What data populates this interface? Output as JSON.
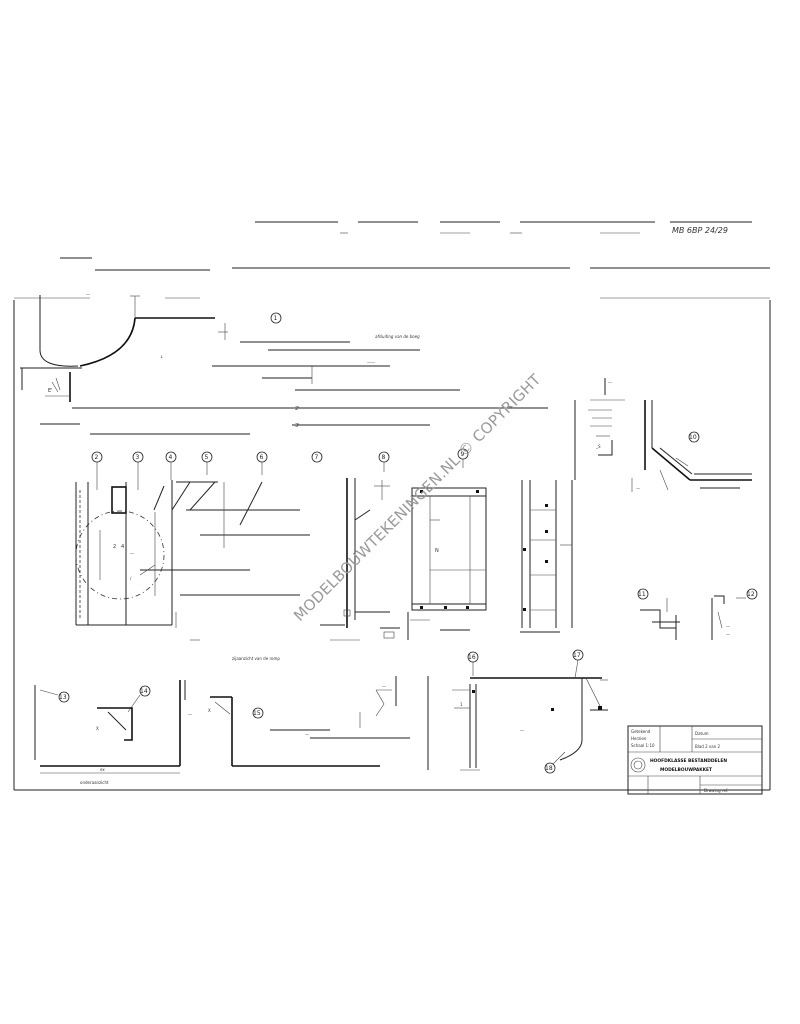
{
  "drawing": {
    "number": "MB 6BP 24/29"
  },
  "watermark": {
    "text": "MODELBOUWTEKENINGEN.NL © COPYRIGHT"
  },
  "labels": {
    "side_view_caption": "zijaanzicht van de romp",
    "bottom_caption": "onderaanzicht"
  },
  "title_block": {
    "drawn_by": "Getekend",
    "revision": "Herzien",
    "scale": "Schaal 1:10",
    "date": "Datum",
    "sheet": "Blad 2 van 2",
    "line1": "HOOFDKLASSE BESTANDDELEN",
    "line2": "MODELBOUWPAKKET",
    "footer": "Drawing ref."
  }
}
